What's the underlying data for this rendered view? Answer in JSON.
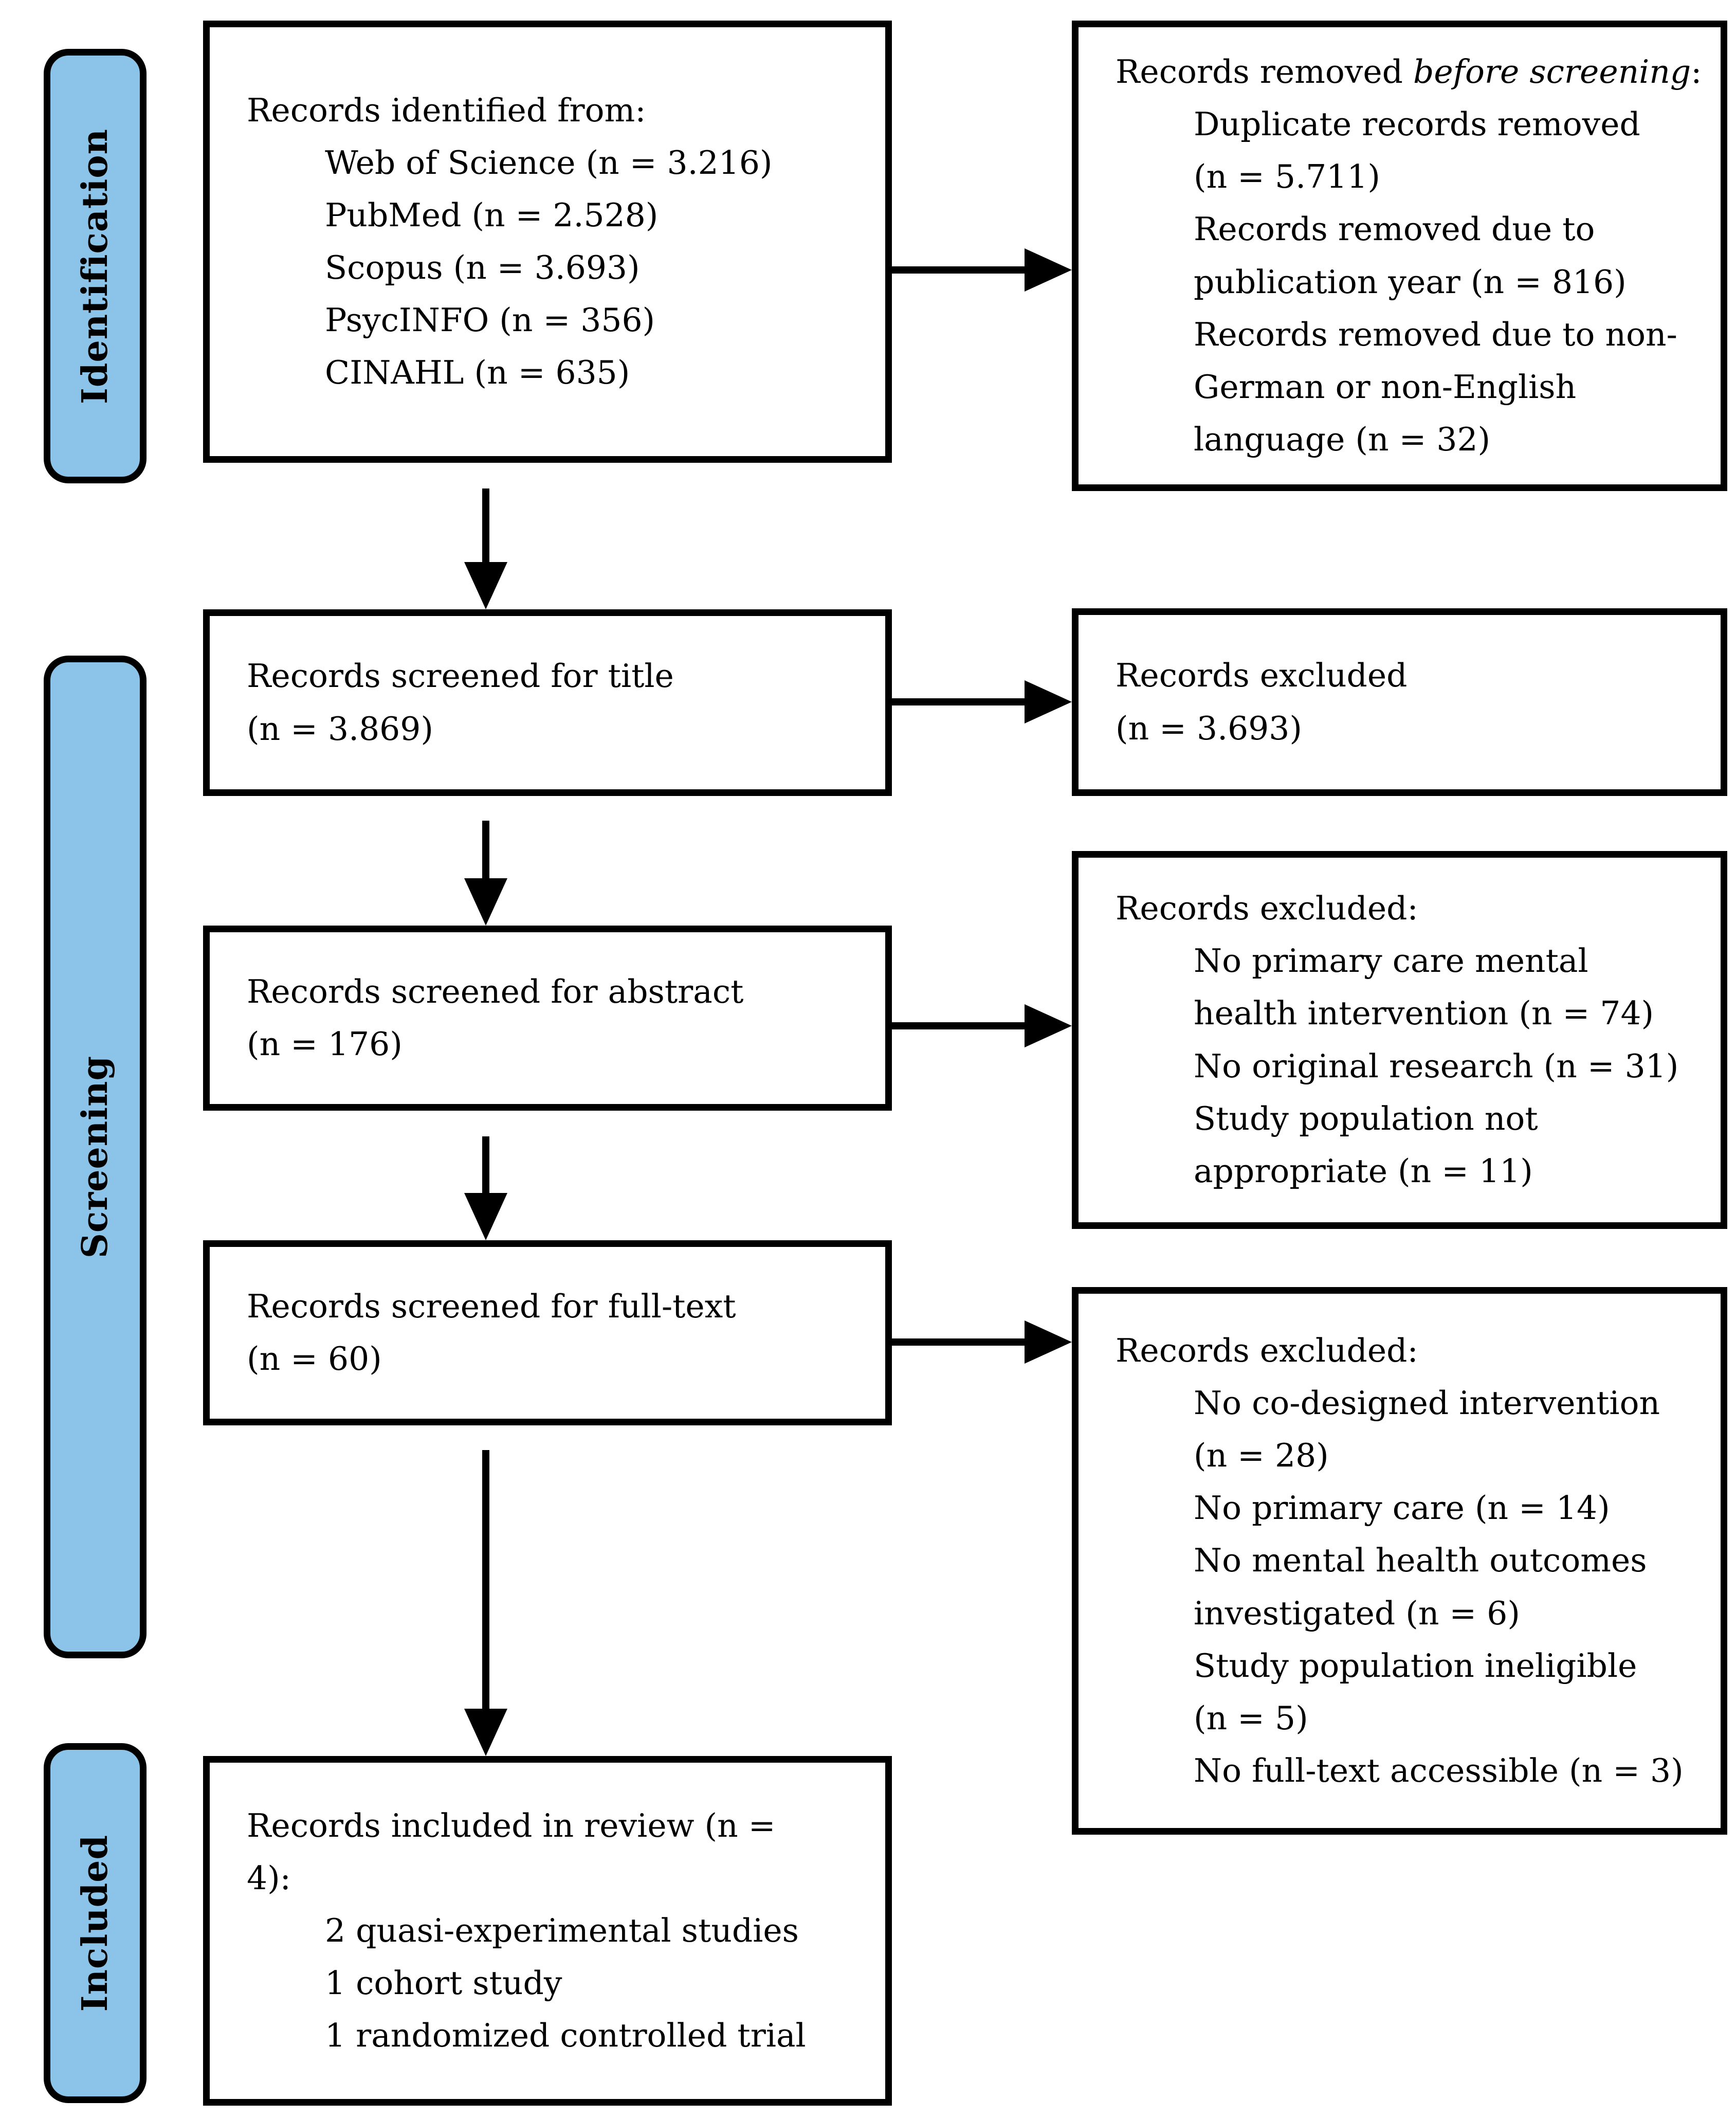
{
  "diagram": {
    "stage_labels": {
      "identification": "Identification",
      "screening": "Screening",
      "included": "Included"
    },
    "colors": {
      "stage_fill": "#8CC3E8",
      "line_color": "#000000",
      "box_fill": "#FFFFFF"
    },
    "boxes": {
      "identified": {
        "title": "Records identified from:",
        "items": [
          "Web of Science (n = 3.216)",
          "PubMed (n = 2.528)",
          "Scopus (n = 3.693)",
          "PsycINFO (n = 356)",
          "CINAHL (n = 635)"
        ]
      },
      "removed_before_screening": {
        "title_prefix": "Records removed ",
        "title_emphasis": "before screening",
        "title_suffix": ":",
        "items": [
          [
            "Duplicate records removed",
            "(n = 5.711)"
          ],
          [
            "Records removed due to",
            "publication year (n = 816)"
          ],
          [
            "Records removed due to non-",
            "German or non-English",
            "language (n = 32)"
          ]
        ]
      },
      "screened_title": {
        "lines": [
          "Records screened for title",
          "(n = 3.869)"
        ]
      },
      "excluded_title": {
        "lines": [
          "Records excluded",
          "(n = 3.693)"
        ]
      },
      "screened_abstract": {
        "lines": [
          "Records screened for abstract",
          "(n = 176)"
        ]
      },
      "excluded_abstract": {
        "title": "Records excluded:",
        "items": [
          [
            "No primary care mental",
            "health intervention (n = 74)"
          ],
          [
            "No original research (n = 31)"
          ],
          [
            "Study population not",
            "appropriate (n = 11)"
          ]
        ]
      },
      "screened_fulltext": {
        "lines": [
          "Records screened for full-text",
          "(n = 60)"
        ]
      },
      "excluded_fulltext": {
        "title": "Records excluded:",
        "items": [
          [
            "No co-designed intervention",
            "(n = 28)"
          ],
          [
            "No primary care (n = 14)"
          ],
          [
            "No mental health outcomes",
            "investigated (n = 6)"
          ],
          [
            "Study population ineligible",
            "(n = 5)"
          ],
          [
            "No full-text accessible (n = 3)"
          ]
        ]
      },
      "included_review": {
        "title_lines": [
          "Records included in review (n =",
          "4):"
        ],
        "items": [
          "2 quasi-experimental studies",
          "1 cohort study",
          "1 randomized controlled trial"
        ]
      }
    }
  }
}
